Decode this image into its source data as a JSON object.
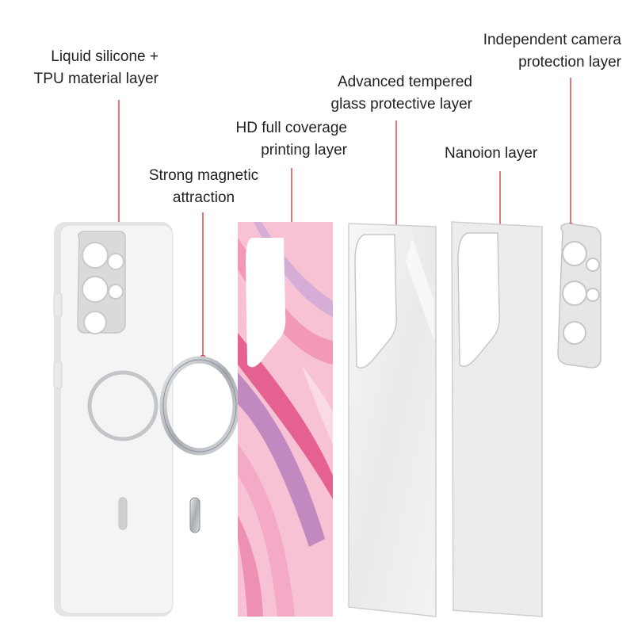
{
  "labels": {
    "case": {
      "line1": "Liquid silicone +",
      "line2": "TPU material layer"
    },
    "magnet": {
      "line1": "Strong magnetic",
      "line2": "attraction"
    },
    "printing": {
      "line1": "HD full coverage",
      "line2": "printing layer"
    },
    "glass": {
      "line1": "Advanced tempered",
      "line2": "glass protective layer"
    },
    "nano": {
      "line1": "Nanoion layer"
    },
    "camera": {
      "line1": "Independent camera",
      "line2": "protection layer"
    }
  },
  "colors": {
    "leader_line": "#d9302e",
    "case_body": "#f2f2f2",
    "metal": "#b9bcc0",
    "print_pink": "#f3a6c4",
    "print_magenta": "#e0497f",
    "print_purple": "#a872b8",
    "glass": "#eeeeee"
  }
}
